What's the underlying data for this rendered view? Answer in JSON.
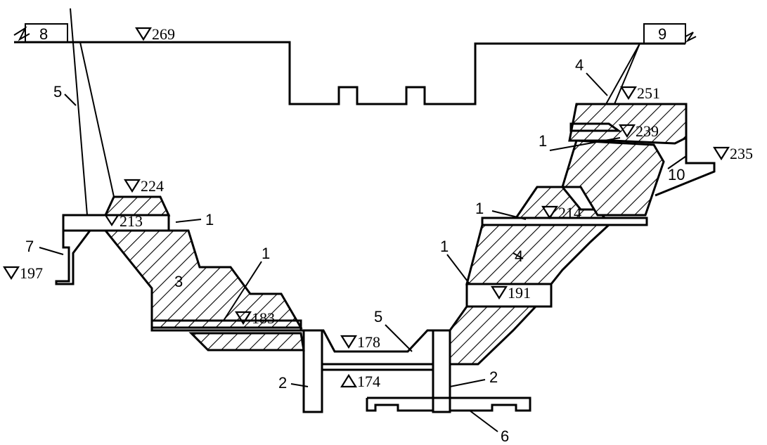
{
  "diagram": {
    "elevations": {
      "e269": "269",
      "e251": "251",
      "e239": "239",
      "e235": "235",
      "e224": "224",
      "e214": "214",
      "e213": "213",
      "e197": "197",
      "e191": "191",
      "e183": "183",
      "e178": "178",
      "e174": "174"
    },
    "labels": {
      "n1a": "1",
      "n1b": "1",
      "n1c": "1",
      "n1d": "1",
      "n1e": "1",
      "n2a": "2",
      "n2b": "2",
      "n3": "3",
      "n4a": "4",
      "n4b": "4",
      "n5a": "5",
      "n5b": "5",
      "n6": "6",
      "n7": "7",
      "n8": "8",
      "n9": "9",
      "n10": "10"
    }
  }
}
